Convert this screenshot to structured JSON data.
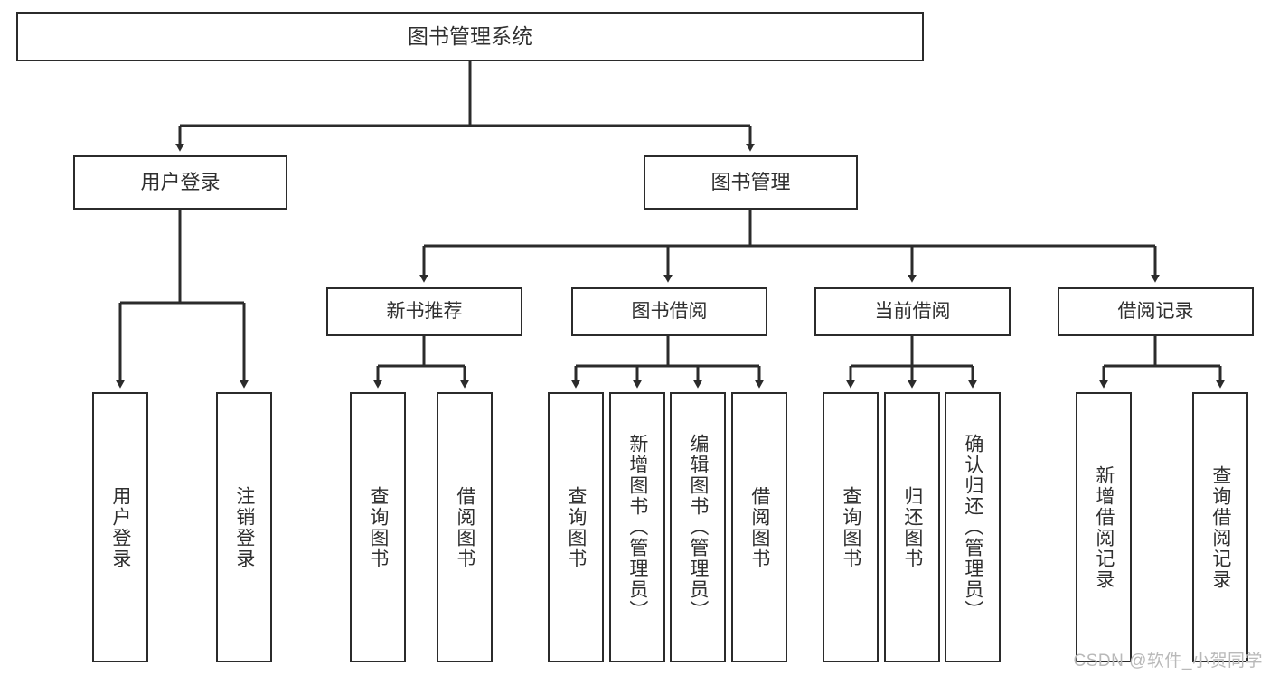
{
  "diagram": {
    "title": "图书管理系统",
    "type": "tree-hierarchy",
    "orientation": "top-down",
    "colors": {
      "box_border": "#2b2b2b",
      "box_fill": "#ffffff",
      "edge": "#2b2b2b",
      "text": "#2f2f2f",
      "watermark": "#b9b9b9",
      "background": "#ffffff"
    }
  },
  "watermark": {
    "text": "CSDN @软件_小贺同学"
  },
  "nodes": {
    "root": {
      "label": "图书管理系统"
    },
    "level2": [
      {
        "id": "user-login",
        "label": "用户登录"
      },
      {
        "id": "book-manage",
        "label": "图书管理"
      }
    ],
    "level3": [
      {
        "id": "new-book-rec",
        "label": "新书推荐"
      },
      {
        "id": "book-borrow",
        "label": "图书借阅"
      },
      {
        "id": "current-borrow",
        "label": "当前借阅"
      },
      {
        "id": "borrow-record",
        "label": "借阅记录"
      }
    ],
    "leaves": {
      "user_login": [
        {
          "id": "leaf-user-login",
          "label": "用户登录"
        },
        {
          "id": "leaf-user-logout",
          "label": "注销登录"
        }
      ],
      "new_book_rec": [
        {
          "id": "leaf-query-book-1",
          "label": "查询图书"
        },
        {
          "id": "leaf-borrow-book-1",
          "label": "借阅图书"
        }
      ],
      "book_borrow": [
        {
          "id": "leaf-query-book-2",
          "label": "查询图书"
        },
        {
          "id": "leaf-add-book",
          "label": "新增图书（管理员）"
        },
        {
          "id": "leaf-edit-book",
          "label": "编辑图书（管理员）"
        },
        {
          "id": "leaf-borrow-book-2",
          "label": "借阅图书"
        }
      ],
      "current_borrow": [
        {
          "id": "leaf-query-book-3",
          "label": "查询图书"
        },
        {
          "id": "leaf-return-book",
          "label": "归还图书"
        },
        {
          "id": "leaf-confirm-return",
          "label": "确认归还（管理员）"
        }
      ],
      "borrow_record": [
        {
          "id": "leaf-add-record",
          "label": "新增借阅记录"
        },
        {
          "id": "leaf-query-record",
          "label": "查询借阅记录"
        }
      ]
    }
  }
}
